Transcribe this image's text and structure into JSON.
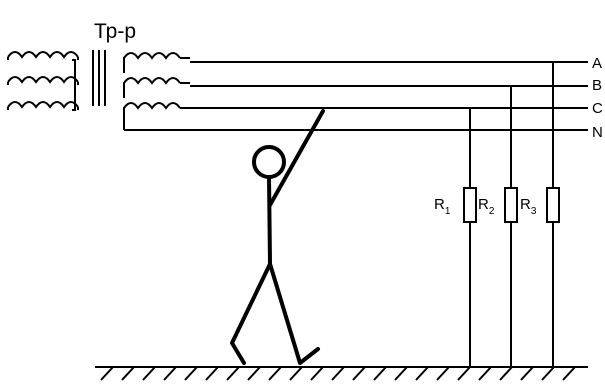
{
  "transformer": {
    "label": "Тр-р"
  },
  "lines": [
    {
      "label": "A"
    },
    {
      "label": "B"
    },
    {
      "label": "C"
    },
    {
      "label": "N"
    }
  ],
  "resistors": [
    {
      "base": "R",
      "sub": "1"
    },
    {
      "base": "R",
      "sub": "2"
    },
    {
      "base": "R",
      "sub": "3"
    }
  ],
  "colors": {
    "ink": "#000000",
    "background": "#ffffff"
  },
  "icons": {
    "person": "stick-figure-icon",
    "ground": "ground-hatching-icon",
    "transformer": "three-phase-transformer-icon"
  }
}
